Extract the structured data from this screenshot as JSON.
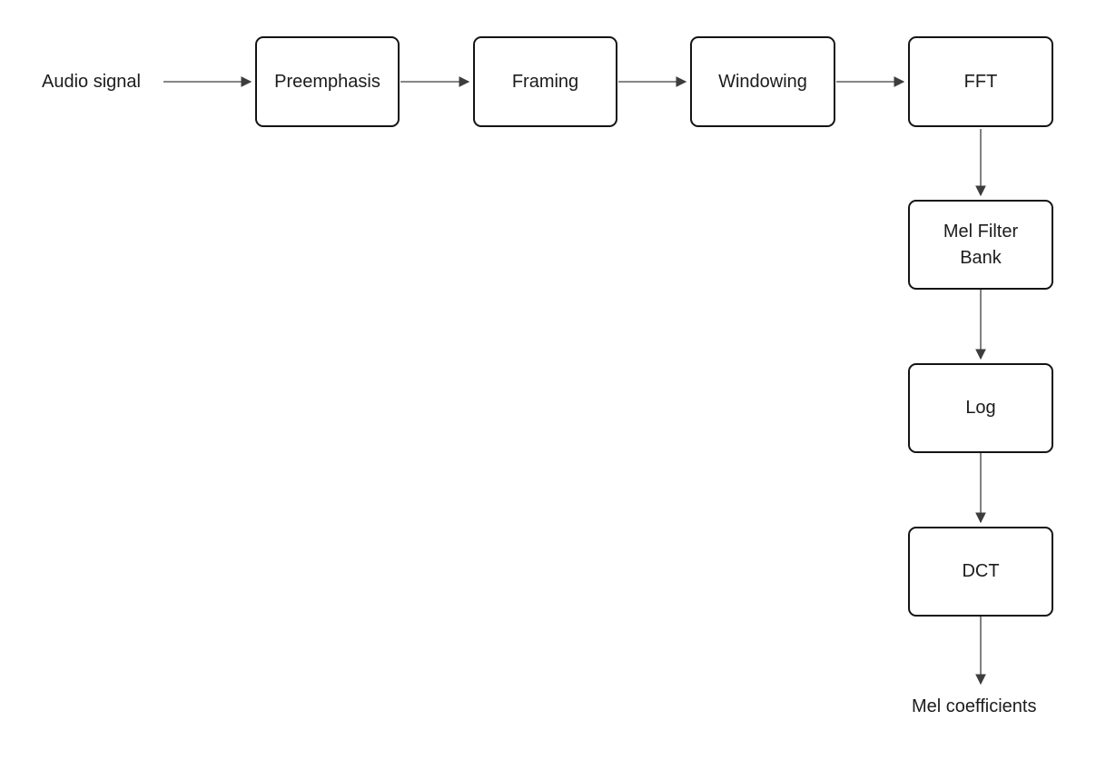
{
  "diagram": {
    "input_label": "Audio signal",
    "output_label": "Mel coefficients",
    "nodes": [
      {
        "id": "preemphasis",
        "label": "Preemphasis"
      },
      {
        "id": "framing",
        "label": "Framing"
      },
      {
        "id": "windowing",
        "label": "Windowing"
      },
      {
        "id": "fft",
        "label": "FFT"
      },
      {
        "id": "mel-filter-bank",
        "label": "Mel Filter Bank"
      },
      {
        "id": "log",
        "label": "Log"
      },
      {
        "id": "dct",
        "label": "DCT"
      }
    ],
    "edges": [
      {
        "from": "Audio signal",
        "to": "Preemphasis"
      },
      {
        "from": "Preemphasis",
        "to": "Framing"
      },
      {
        "from": "Framing",
        "to": "Windowing"
      },
      {
        "from": "Windowing",
        "to": "FFT"
      },
      {
        "from": "FFT",
        "to": "Mel Filter Bank"
      },
      {
        "from": "Mel Filter Bank",
        "to": "Log"
      },
      {
        "from": "Log",
        "to": "DCT"
      },
      {
        "from": "DCT",
        "to": "Mel coefficients"
      }
    ],
    "colors": {
      "background": "#ffffff",
      "box_fill": "#ffffff",
      "box_border": "#141414",
      "text": "#1c1c1c",
      "arrow": "#3d3d3d"
    }
  }
}
